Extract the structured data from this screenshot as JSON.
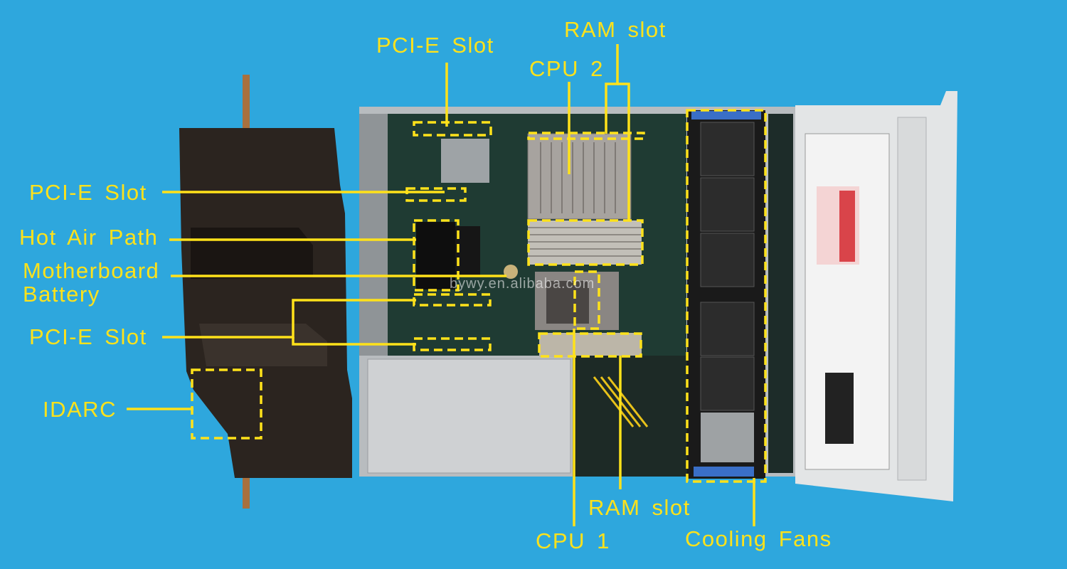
{
  "labels": {
    "pcie_slot_top": "PCI-E Slot",
    "ram_slot_top": "RAM slot",
    "cpu2": "CPU 2",
    "pcie_slot_left": "PCI-E Slot",
    "hot_air_path": "Hot Air Path",
    "motherboard_battery_line1": "Motherboard",
    "motherboard_battery_line2": "Battery",
    "pcie_slot_lower": "PCI-E Slot",
    "idarc": "IDARC",
    "ram_slot_bottom": "RAM slot",
    "cpu1": "CPU 1",
    "cooling_fans": "Cooling Fans"
  },
  "watermark": "bywy.en.alibaba.com",
  "colors": {
    "background": "#2ea7dd",
    "annotation": "#ffe21a",
    "shroud": "#2b241f",
    "chassis": "#c9ccce",
    "board": "#1f3b33"
  }
}
